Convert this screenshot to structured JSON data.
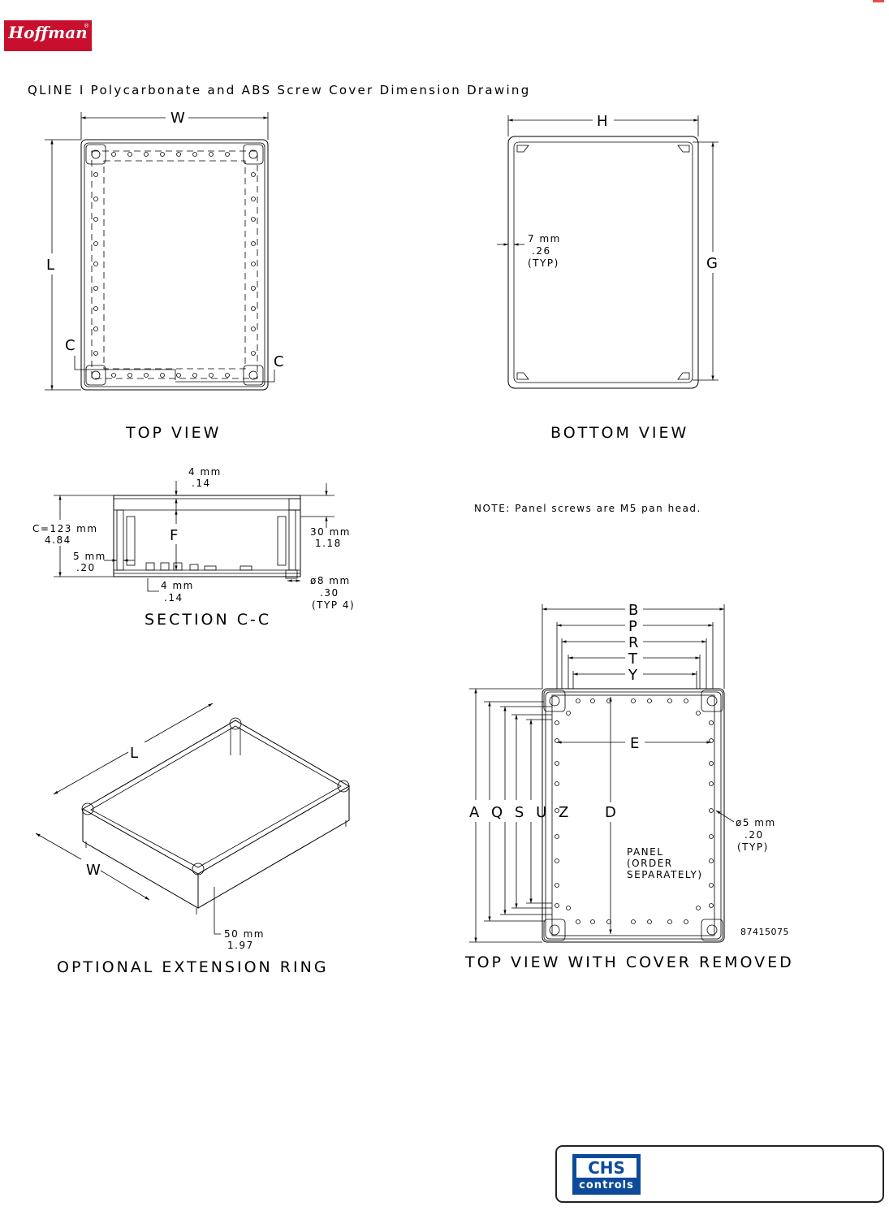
{
  "brand": {
    "logo_text": "Hoffman",
    "reg_mark": "®"
  },
  "drawing_title": "QLINE I Polycarbonate and ABS Screw Cover Dimension Drawing",
  "top_view": {
    "caption": "TOP VIEW",
    "dim_w": "W",
    "dim_l": "L",
    "section_mark_left": "C",
    "section_mark_right": "C"
  },
  "bottom_view": {
    "caption": "BOTTOM VIEW",
    "dim_h": "H",
    "dim_g": "G",
    "wall_mm": "7 mm",
    "wall_in": ".26",
    "wall_typ": "(TYP)"
  },
  "section": {
    "caption": "SECTION C-C",
    "top_mm": "4 mm",
    "top_in": ".14",
    "height_mm": "C=123 mm",
    "height_in": "4.84",
    "side_mm": "5 mm",
    "side_in": ".20",
    "bottom_mm": "4 mm",
    "bottom_in": ".14",
    "lip_mm": "30 mm",
    "lip_in": "1.18",
    "hole_mm": "ø8 mm",
    "hole_in": ".30",
    "hole_typ": "(TYP 4)",
    "dim_f": "F"
  },
  "note": "NOTE: Panel screws are M5 pan head.",
  "extension_ring": {
    "caption": "OPTIONAL EXTENSION RING",
    "dim_l": "L",
    "dim_w": "W",
    "height_mm": "50 mm",
    "height_in": "1.97"
  },
  "cover_removed": {
    "caption": "TOP VIEW WITH COVER REMOVED",
    "dims_top": [
      "B",
      "P",
      "R",
      "T",
      "Y"
    ],
    "dim_e": "E",
    "dim_d": "D",
    "dims_left": "A Q S U Z",
    "hole_mm": "ø5 mm",
    "hole_in": ".20",
    "hole_typ": "(TYP)",
    "panel_l1": "PANEL",
    "panel_l2": "(ORDER",
    "panel_l3": "SEPARATELY)",
    "part_number": "87415075"
  },
  "dealer": {
    "logo_top": "CHS",
    "logo_bottom": "controls"
  },
  "colors": {
    "brand_red": "#c8102e",
    "dealer_blue": "#0d4b9a"
  }
}
